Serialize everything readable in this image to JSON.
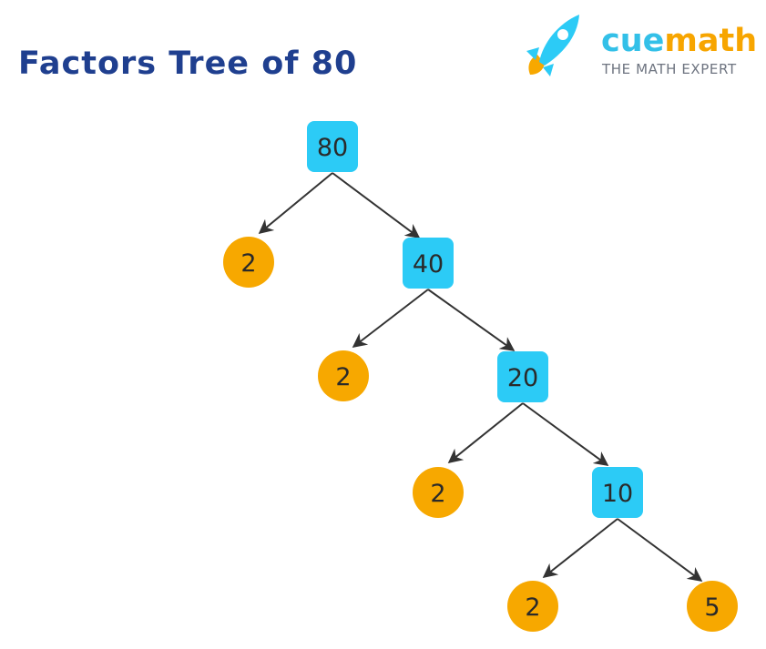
{
  "title": "Factors Tree of 80",
  "brand": {
    "name_part1": "cue",
    "name_part2": "math",
    "tagline": "THE MATH EXPERT",
    "icon": "rocket-icon"
  },
  "colors": {
    "composite": "#2ccbf6",
    "prime": "#f7a800",
    "edge": "#333333",
    "title": "#1f3f8f"
  },
  "tree": {
    "root": "80",
    "levels": [
      {
        "prime": "2",
        "composite": "40"
      },
      {
        "prime": "2",
        "composite": "20"
      },
      {
        "prime": "2",
        "composite": "10"
      },
      {
        "prime": "2",
        "composite": "5"
      }
    ]
  }
}
